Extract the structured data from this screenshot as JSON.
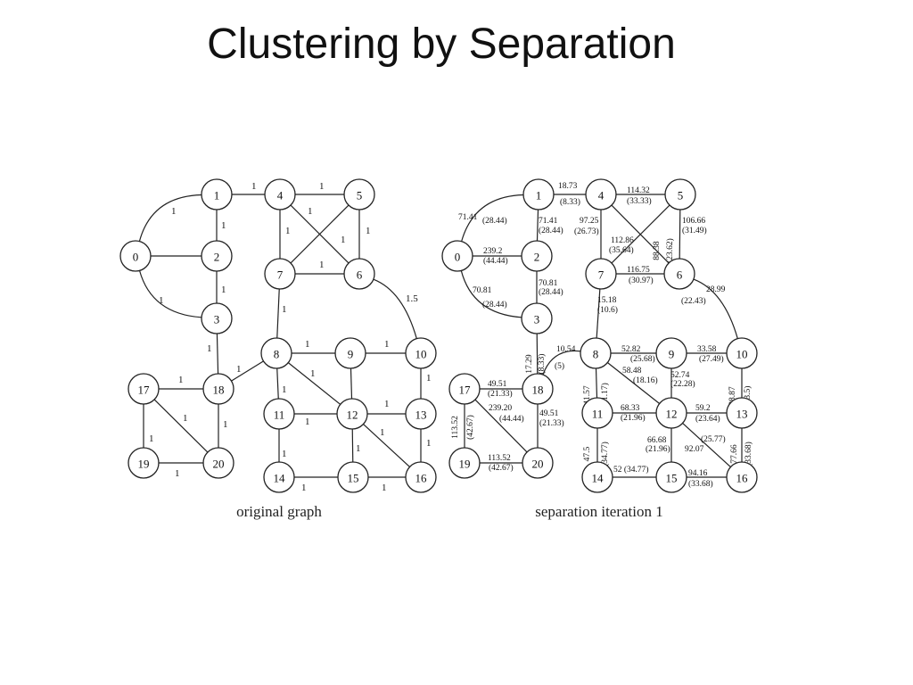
{
  "title": "Clustering by Separation",
  "graphs": [
    {
      "id": "original",
      "caption": "original graph",
      "nodes": [
        "0",
        "1",
        "2",
        "3",
        "4",
        "5",
        "6",
        "7",
        "8",
        "9",
        "10",
        "11",
        "12",
        "13",
        "14",
        "15",
        "16",
        "17",
        "18",
        "19",
        "20"
      ],
      "edges": [
        {
          "from": "0",
          "to": "1",
          "labels": [
            "1"
          ]
        },
        {
          "from": "0",
          "to": "2",
          "labels": []
        },
        {
          "from": "0",
          "to": "3",
          "labels": [
            "1"
          ]
        },
        {
          "from": "1",
          "to": "2",
          "labels": [
            "1"
          ]
        },
        {
          "from": "1",
          "to": "4",
          "labels": [
            "1"
          ]
        },
        {
          "from": "2",
          "to": "3",
          "labels": [
            "1"
          ]
        },
        {
          "from": "3",
          "to": "18",
          "labels": [
            "1"
          ]
        },
        {
          "from": "4",
          "to": "5",
          "labels": [
            "1"
          ]
        },
        {
          "from": "4",
          "to": "7",
          "labels": [
            "1"
          ]
        },
        {
          "from": "4",
          "to": "6",
          "labels": [
            "1"
          ]
        },
        {
          "from": "5",
          "to": "7",
          "labels": [
            "1"
          ]
        },
        {
          "from": "5",
          "to": "6",
          "labels": [
            "1"
          ]
        },
        {
          "from": "7",
          "to": "6",
          "labels": [
            "1"
          ]
        },
        {
          "from": "6",
          "to": "10",
          "labels": [
            "1.5"
          ]
        },
        {
          "from": "7",
          "to": "8",
          "labels": [
            "1"
          ]
        },
        {
          "from": "8",
          "to": "9",
          "labels": [
            "1"
          ]
        },
        {
          "from": "9",
          "to": "10",
          "labels": [
            "1"
          ]
        },
        {
          "from": "8",
          "to": "18",
          "labels": [
            "1"
          ]
        },
        {
          "from": "8",
          "to": "11",
          "labels": [
            "1"
          ]
        },
        {
          "from": "8",
          "to": "12",
          "labels": [
            "1"
          ]
        },
        {
          "from": "9",
          "to": "12",
          "labels": []
        },
        {
          "from": "10",
          "to": "13",
          "labels": [
            "1"
          ]
        },
        {
          "from": "11",
          "to": "12",
          "labels": [
            "1"
          ]
        },
        {
          "from": "12",
          "to": "13",
          "labels": [
            "1"
          ]
        },
        {
          "from": "11",
          "to": "14",
          "labels": [
            "1"
          ]
        },
        {
          "from": "12",
          "to": "15",
          "labels": [
            "1"
          ]
        },
        {
          "from": "12",
          "to": "16",
          "labels": [
            "1"
          ]
        },
        {
          "from": "13",
          "to": "16",
          "labels": [
            "1"
          ]
        },
        {
          "from": "14",
          "to": "15",
          "labels": [
            "1"
          ]
        },
        {
          "from": "15",
          "to": "16",
          "labels": [
            "1"
          ]
        },
        {
          "from": "17",
          "to": "18",
          "labels": [
            "1"
          ]
        },
        {
          "from": "17",
          "to": "19",
          "labels": [
            "1"
          ]
        },
        {
          "from": "17",
          "to": "20",
          "labels": [
            "1"
          ]
        },
        {
          "from": "18",
          "to": "20",
          "labels": [
            "1"
          ]
        },
        {
          "from": "19",
          "to": "20",
          "labels": [
            "1"
          ]
        }
      ]
    },
    {
      "id": "separation",
      "caption": "separation iteration 1",
      "nodes": [
        "0",
        "1",
        "2",
        "3",
        "4",
        "5",
        "6",
        "7",
        "8",
        "9",
        "10",
        "11",
        "12",
        "13",
        "14",
        "15",
        "16",
        "17",
        "18",
        "19",
        "20"
      ],
      "edges": [
        {
          "from": "0",
          "to": "1",
          "labels": [
            "71.41",
            "(28.44)"
          ]
        },
        {
          "from": "0",
          "to": "2",
          "labels": [
            "239.2",
            "(44.44)"
          ]
        },
        {
          "from": "0",
          "to": "3",
          "labels": [
            "70.81",
            "(28.44)"
          ]
        },
        {
          "from": "1",
          "to": "4",
          "labels": [
            "18.73",
            "(8.33)"
          ]
        },
        {
          "from": "1",
          "to": "2",
          "labels": [
            "71.41",
            "(28.44)"
          ]
        },
        {
          "from": "2",
          "to": "3",
          "labels": [
            "70.81",
            "(28.44)"
          ]
        },
        {
          "from": "3",
          "to": "18",
          "labels": [
            "17.29",
            "(8.33)"
          ]
        },
        {
          "from": "4",
          "to": "5",
          "labels": [
            "114.32",
            "(33.33)"
          ]
        },
        {
          "from": "4",
          "to": "7",
          "labels": [
            "97.25",
            "(26.73)"
          ]
        },
        {
          "from": "4",
          "to": "6",
          "labels": [
            "88.38",
            "(23.62)"
          ]
        },
        {
          "from": "5",
          "to": "7",
          "labels": [
            "112.86",
            "(35.64)"
          ]
        },
        {
          "from": "5",
          "to": "6",
          "labels": [
            "106.66",
            "(31.49)"
          ]
        },
        {
          "from": "7",
          "to": "6",
          "labels": [
            "116.75",
            "(30.97)"
          ]
        },
        {
          "from": "6",
          "to": "10",
          "labels": [
            "28.99",
            "(22.43)"
          ]
        },
        {
          "from": "7",
          "to": "8",
          "labels": [
            "15.18",
            "(10.6)"
          ]
        },
        {
          "from": "8",
          "to": "18",
          "labels": [
            "10.54",
            "(5)"
          ]
        },
        {
          "from": "8",
          "to": "9",
          "labels": [
            "52.82",
            "(25.68)"
          ]
        },
        {
          "from": "9",
          "to": "10",
          "labels": [
            "33.58",
            "(27.49)"
          ]
        },
        {
          "from": "8",
          "to": "11",
          "labels": [
            "41.57",
            "(21.17)"
          ]
        },
        {
          "from": "8",
          "to": "12",
          "labels": [
            "58.48",
            "(18.16)"
          ]
        },
        {
          "from": "9",
          "to": "12",
          "labels": [
            "52.74",
            "(22.28)"
          ]
        },
        {
          "from": "10",
          "to": "13",
          "labels": [
            "28.87",
            "(23.5)"
          ]
        },
        {
          "from": "11",
          "to": "12",
          "labels": [
            "68.33",
            "(21.96)"
          ]
        },
        {
          "from": "12",
          "to": "13",
          "labels": [
            "59.2",
            "(23.64)"
          ]
        },
        {
          "from": "11",
          "to": "14",
          "labels": [
            "47.5",
            "(34.77)"
          ]
        },
        {
          "from": "12",
          "to": "15",
          "labels": [
            "66.68",
            "(21.96)"
          ]
        },
        {
          "from": "12",
          "to": "16",
          "labels": [
            "92.07",
            "(25.77)"
          ]
        },
        {
          "from": "13",
          "to": "16",
          "labels": [
            "77.66",
            "(33.68)"
          ]
        },
        {
          "from": "14",
          "to": "15",
          "labels": [
            "52 (34.77)"
          ]
        },
        {
          "from": "15",
          "to": "16",
          "labels": [
            "94.16",
            "(33.68)"
          ]
        },
        {
          "from": "17",
          "to": "18",
          "labels": [
            "49.51",
            "(21.33)"
          ]
        },
        {
          "from": "17",
          "to": "19",
          "labels": [
            "113.52",
            "(42.67)"
          ]
        },
        {
          "from": "17",
          "to": "20",
          "labels": [
            "239.20",
            "(44.44)"
          ]
        },
        {
          "from": "18",
          "to": "20",
          "labels": [
            "49.51",
            "(21.33)"
          ]
        },
        {
          "from": "19",
          "to": "20",
          "labels": [
            "113.52",
            "(42.67)"
          ]
        }
      ]
    }
  ]
}
